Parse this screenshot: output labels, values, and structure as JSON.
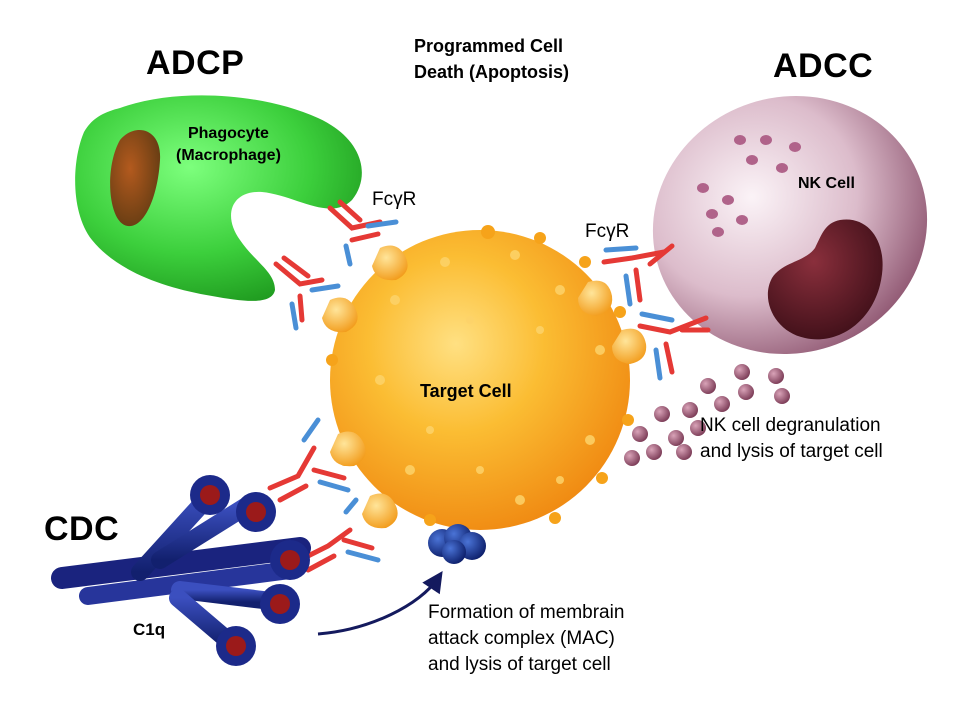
{
  "labels": {
    "adcp": "ADCP",
    "adcc": "ADCC",
    "cdc": "CDC",
    "apoptosis": [
      "Programmed Cell",
      "Death (Apoptosis)"
    ],
    "phagocyte": [
      "Phagocyte",
      "(Macrophage)"
    ],
    "fcgr_left": "FcγR",
    "fcgr_right": "FcγR",
    "nk_cell": "NK Cell",
    "target_cell": "Target Cell",
    "degranulation": [
      "NK cell degranulation",
      "and lysis of target cell"
    ],
    "mac": [
      "Formation of membrain",
      "attack complex (MAC)",
      "and lysis of target cell"
    ],
    "c1q": "C1q"
  },
  "colors": {
    "phagocyte": "#3ccf3c",
    "target_cell": "#f9a825",
    "nk_cell": "#d9b8c8",
    "antibody_heavy": "#e53935",
    "antibody_light": "#4a8fd6",
    "c1q": "#1a237e",
    "granule": "#9c5a72"
  }
}
